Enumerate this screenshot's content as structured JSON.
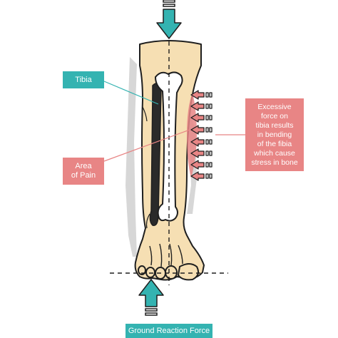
{
  "labels": {
    "tibia": "Tibia",
    "area_of_pain": "Area\nof Pain",
    "excessive_force": "Excessive\nforce on\ntibia results\nin bending\nof the fibia\nwhich cause\nstress in bone",
    "ground_reaction_force": "Ground Reaction Force"
  },
  "colors": {
    "teal": "#34b3b1",
    "pink": "#e88585",
    "skin": "#f6dfb3",
    "outline": "#1f1f1f"
  }
}
